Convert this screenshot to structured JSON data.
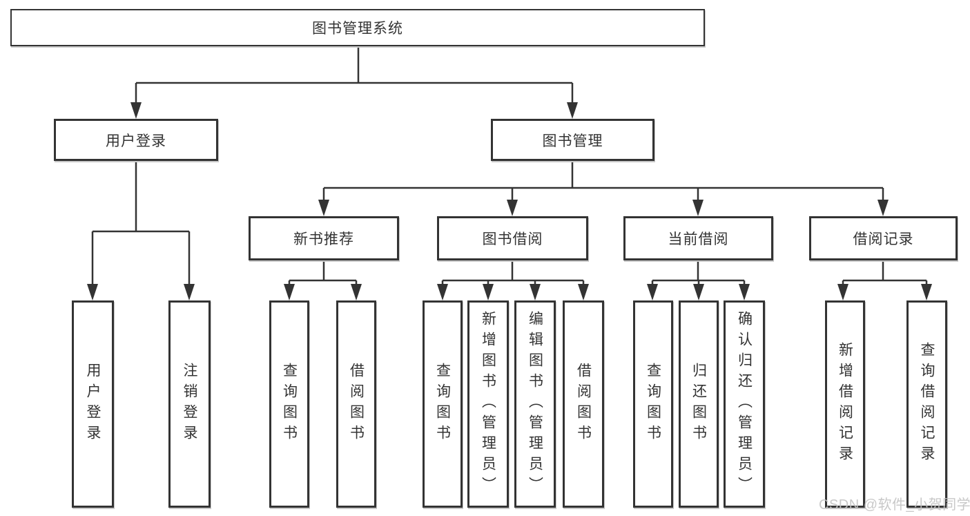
{
  "diagram_type": "hierarchy-tree",
  "colors": {
    "background": "#ffffff",
    "line": "#333333",
    "box_border": "#333333",
    "text": "#333333",
    "watermark": "#c3c3c3"
  },
  "tree": {
    "label": "图书管理系统",
    "children": [
      {
        "label": "用户登录",
        "children": [
          {
            "label": "用户登录"
          },
          {
            "label": "注销登录"
          }
        ]
      },
      {
        "label": "图书管理",
        "children": [
          {
            "label": "新书推荐",
            "children": [
              {
                "label": "查询图书"
              },
              {
                "label": "借阅图书"
              }
            ]
          },
          {
            "label": "图书借阅",
            "children": [
              {
                "label": "查询图书"
              },
              {
                "label": "新增图书（管理员）"
              },
              {
                "label": "编辑图书（管理员）"
              },
              {
                "label": "借阅图书"
              }
            ]
          },
          {
            "label": "当前借阅",
            "children": [
              {
                "label": "查询图书"
              },
              {
                "label": "归还图书"
              },
              {
                "label": "确认归还（管理员）"
              }
            ]
          },
          {
            "label": "借阅记录",
            "children": [
              {
                "label": "新增借阅记录"
              },
              {
                "label": "查询借阅记录"
              }
            ]
          }
        ]
      }
    ]
  },
  "watermark": {
    "text": "CSDN @软件_小贺同学"
  }
}
